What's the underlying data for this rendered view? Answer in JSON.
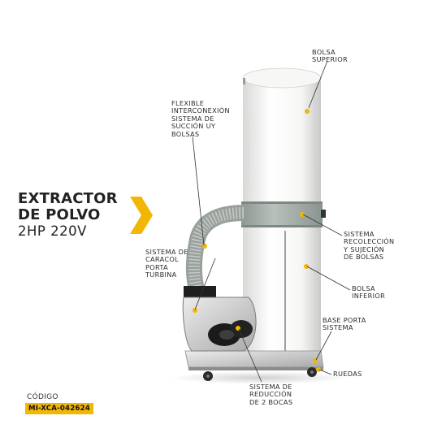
{
  "product": {
    "title_line1": "EXTRACTOR",
    "title_line2": "DE POLVO",
    "spec": "2HP 220V"
  },
  "labels": {
    "upper_bag": "BOLSA\nSUPERIOR",
    "hose": "FLEXIBLE\nINTERCONEXIÓN\nSISTEMA DE\nSUCCIÓN UY\nBOLSAS",
    "snail": "SISTEMA DE\nCARACOL\nPORTA\nTURBINA",
    "collection": "SISTEMA\nRECOLECCIÓN\nY SUJECIÓN\nDE BOLSAS",
    "lower_bag": "BOLSA\nINFERIOR",
    "base": "BASE PORTA\nSISTEMA",
    "wheels": "RUEDAS",
    "reducer": "SISTEMA DE\nREDUCCIÓN\nDE 2 BOCAS"
  },
  "code": {
    "caption": "CÓDIGO",
    "value": "MI-XCA-042624"
  },
  "colors": {
    "accent": "#f2b705",
    "bag": "#f1f1f0",
    "collar": "#aab3ad"
  }
}
